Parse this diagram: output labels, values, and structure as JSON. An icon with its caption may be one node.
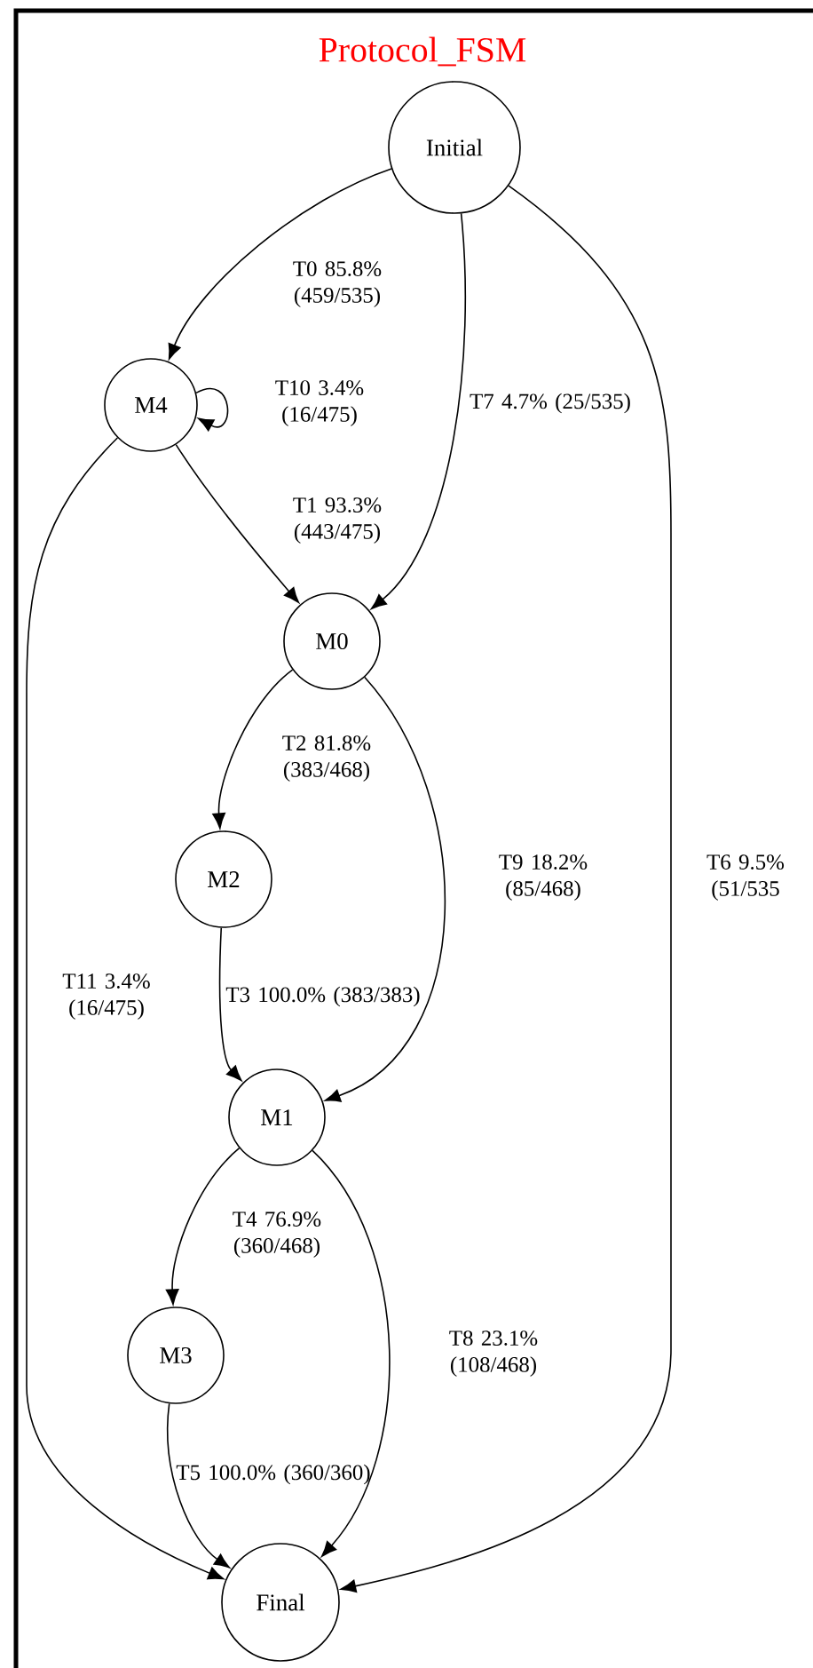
{
  "diagram": {
    "title": "Protocol_FSM",
    "nodes": [
      {
        "text": [
          "Initial"
        ]
      },
      {
        "text": [
          "M4"
        ]
      },
      {
        "text": [
          "M0"
        ]
      },
      {
        "text": [
          "M2"
        ]
      },
      {
        "text": [
          "M1"
        ]
      },
      {
        "text": [
          "M3"
        ]
      },
      {
        "text": [
          "Final"
        ]
      }
    ],
    "edges": [
      {
        "from": 0,
        "to": 1,
        "arrow": "to",
        "label": "T0 85.8% (459/535)"
      },
      {
        "from": 1,
        "to": 2,
        "arrow": "to",
        "label": "T1 93.3% (443/475)"
      },
      {
        "from": 2,
        "to": 3,
        "arrow": "to",
        "label": "T2 81.8% (383/468)"
      },
      {
        "from": 3,
        "to": 4,
        "arrow": "to",
        "label": "T3 100.0% (383/383)"
      },
      {
        "from": 4,
        "to": 5,
        "arrow": "to",
        "label": "T4 76.9% (360/468)"
      },
      {
        "from": 5,
        "to": 6,
        "arrow": "to",
        "label": "T5 100.0% (360/360)"
      },
      {
        "from": 0,
        "to": 6,
        "arrow": "to",
        "label": "T6 9.5% (51/535"
      },
      {
        "from": 0,
        "to": 2,
        "arrow": "to",
        "label": "T7 4.7% (25/535)"
      },
      {
        "from": 4,
        "to": 6,
        "arrow": "to",
        "label": "T8 23.1% (108/468)"
      },
      {
        "from": 2,
        "to": 4,
        "arrow": "to",
        "label": "T9 18.2% (85/468)"
      },
      {
        "from": 1,
        "to": 1,
        "arrow": "to",
        "label": "T10 3.4% (16/475)"
      },
      {
        "from": 1,
        "to": 6,
        "arrow": "to",
        "label": "T11 3.4% (16/475)"
      }
    ]
  }
}
